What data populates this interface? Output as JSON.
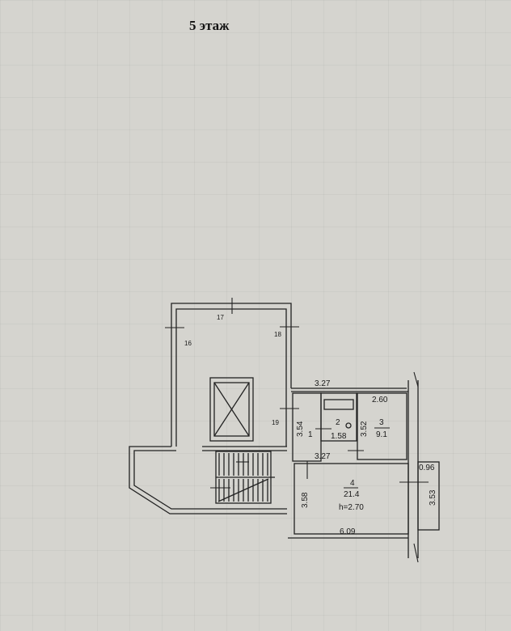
{
  "floor_title": "5 этаж",
  "common_area": {
    "labels": [
      "16",
      "17",
      "18",
      "19"
    ]
  },
  "apartment": {
    "rooms": [
      {
        "number": "1",
        "area": ""
      },
      {
        "number": "2",
        "area": "1.58"
      },
      {
        "number": "3",
        "area": "9.1"
      },
      {
        "number": "4",
        "area": "21.4",
        "height": "h=2.70"
      }
    ],
    "dimensions": {
      "top_corridor": "3.27",
      "corridor_height": "3.54",
      "corridor_bottom": "3.27",
      "room3_width": "2.60",
      "room3_height": "3.52",
      "room4_height": "3.58",
      "room4_width": "6.09",
      "balcony_width": "0.96",
      "balcony_length": "3.53"
    }
  }
}
